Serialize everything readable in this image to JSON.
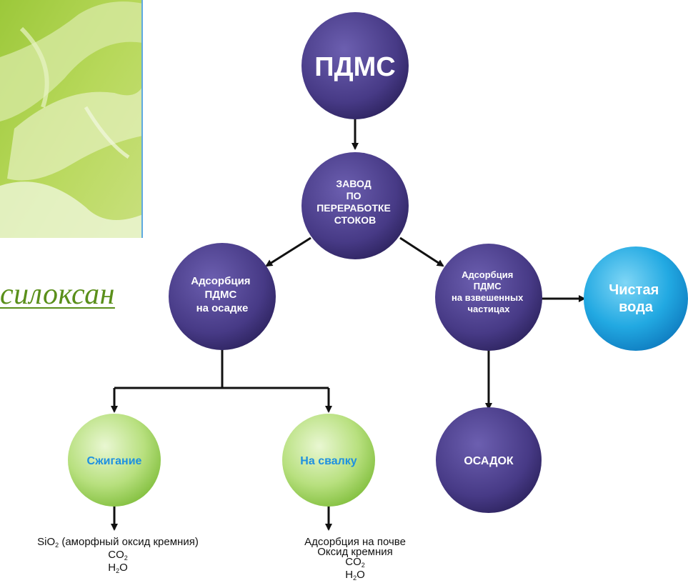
{
  "title": "силоксан",
  "nodes": {
    "pdms": "ПДМС",
    "plant": [
      "ЗАВОД",
      "ПО",
      "ПЕРЕРАБОТКЕ",
      "СТОКОВ"
    ],
    "adsorption_sludge": [
      "Адсорбция",
      "ПДМС",
      "на осадке"
    ],
    "adsorption_particles": [
      "Адсорбция",
      "ПДМС",
      "на взвешенных",
      "частицах"
    ],
    "clean_water": [
      "Чистая",
      "вода"
    ],
    "sediment": "ОСАДОК",
    "incineration": "Сжигание",
    "landfill": "На свалку"
  },
  "outputs": {
    "incineration": {
      "line1_a": "SiO",
      "line1_sub": "2",
      "line1_b": " (аморфный оксид кремния)",
      "line2_a": "CO",
      "line2_sub": "2",
      "line3_a": "H",
      "line3_sub": "2",
      "line3_b": "O"
    },
    "landfill": {
      "line1": "Адсорбция на почве",
      "line2": "Оксид кремния",
      "line3_a": "CO",
      "line3_sub": "2",
      "line4_a": "H",
      "line4_sub": "2",
      "line4_b": "O"
    }
  },
  "colors": {
    "purple_node": "#4a3b82",
    "green_node": "#a8d86a",
    "blue_node": "#1aa7e0",
    "title_green": "#5a8f1a"
  }
}
